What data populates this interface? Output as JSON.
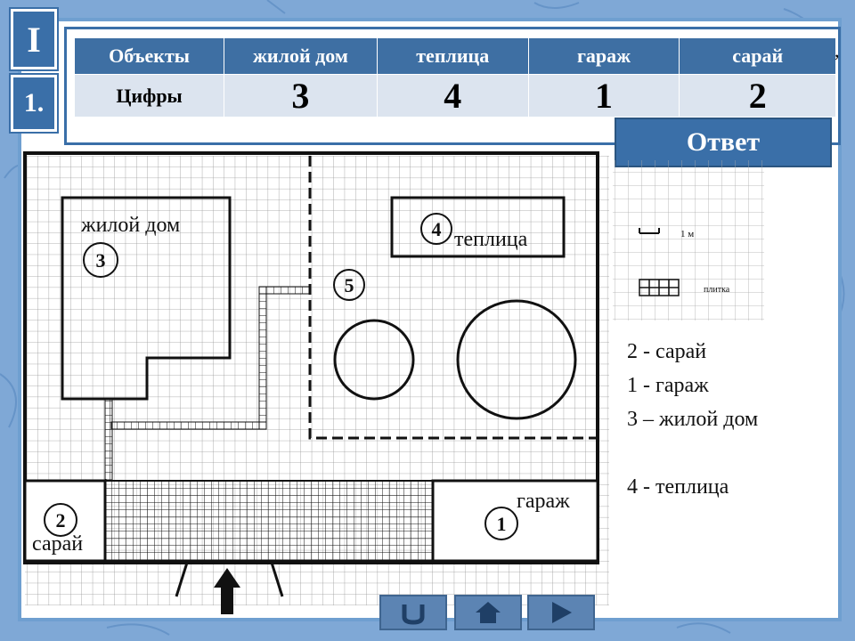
{
  "badges": {
    "section": "I",
    "task": "1."
  },
  "table": {
    "headers": [
      "Объекты",
      "жилой дом",
      "теплица",
      "гараж",
      "сарай"
    ],
    "row_label": "Цифры",
    "values": [
      "3",
      "4",
      "1",
      "2"
    ]
  },
  "answer_button": {
    "label": "Ответ"
  },
  "plan": {
    "house_label": "жилой дом",
    "greenhouse_label": "теплица",
    "garage_label": "гараж",
    "shed_label": "сарай",
    "house_num": "3",
    "greenhouse_num": "4",
    "garage_num": "1",
    "shed_num": "2",
    "object5_num": "5"
  },
  "legend": {
    "meter": "1 м",
    "tile": "плитка"
  },
  "stray_comma": ",",
  "answers": [
    "2 - сарай",
    "1 - гараж",
    "3 – жилой дом",
    "",
    "4 - теплица"
  ],
  "nav": {
    "back": "back-icon",
    "home": "home-icon",
    "next": "next-icon"
  },
  "colors": {
    "accent": "#3a6fa8",
    "header": "#3e6fa3",
    "row": "#dce4ef",
    "background": "#7fa8d6"
  }
}
